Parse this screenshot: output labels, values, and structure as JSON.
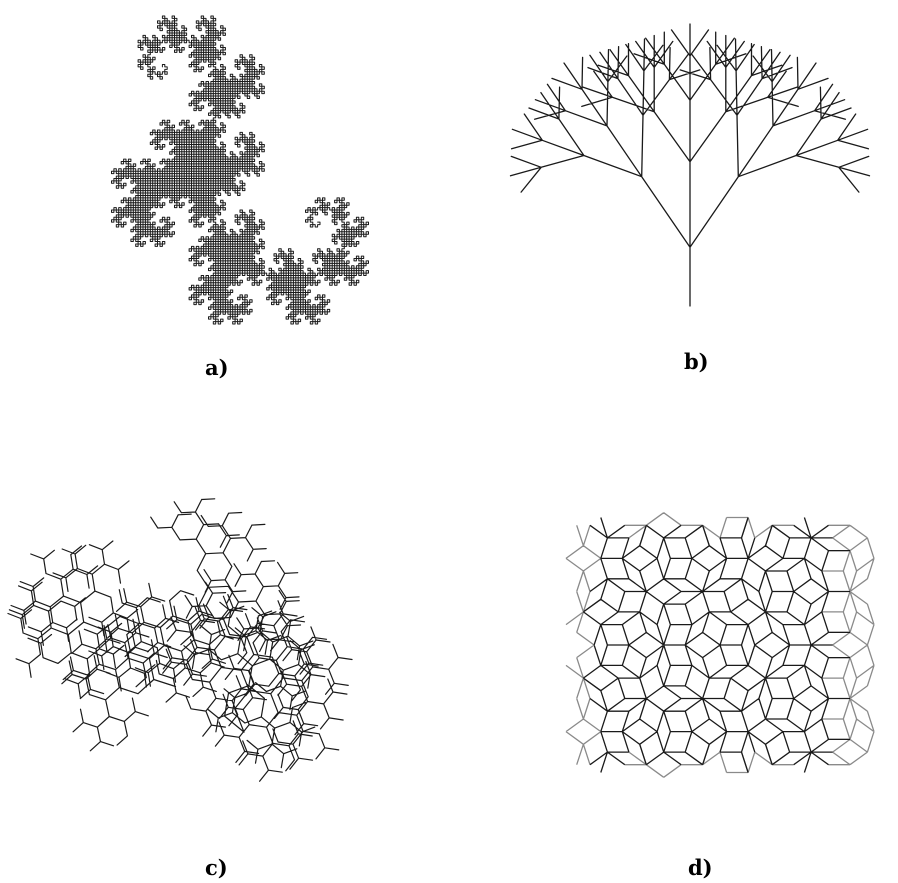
{
  "figure": {
    "panels": [
      {
        "id": "a",
        "label": "a)",
        "kind": "dragon-curve",
        "order": 13
      },
      {
        "id": "b",
        "label": "b)",
        "kind": "branching-tree",
        "depth": 4
      },
      {
        "id": "c",
        "label": "c)",
        "kind": "hexagonal-bush",
        "depth": 9
      },
      {
        "id": "d",
        "label": "d)",
        "kind": "penrose-rhombus-tiling",
        "subdivisions": 5
      }
    ],
    "colors": {
      "stroke": "#1a1a1a",
      "light_stroke": "#8a8a8a",
      "background": "#ffffff"
    }
  }
}
